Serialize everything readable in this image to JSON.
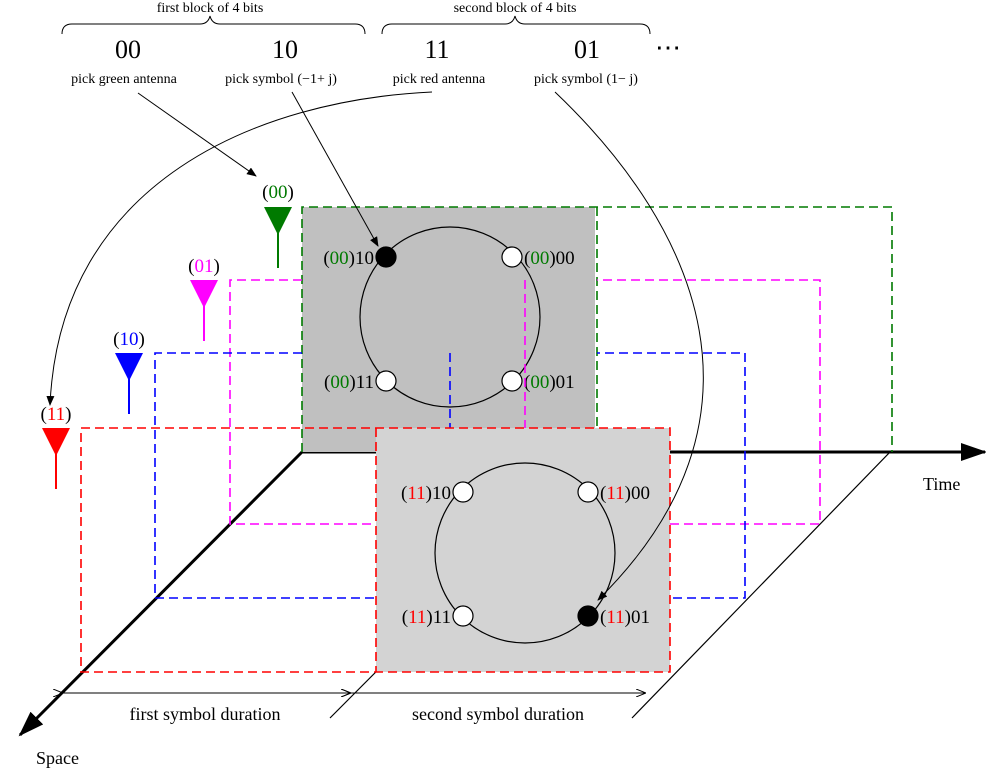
{
  "colors": {
    "green": "#007a00",
    "magenta": "#ff00ff",
    "blue": "#0000ff",
    "red": "#ff0000",
    "slot1_fill": "#c0c0c0",
    "slot2_fill": "#d3d3d3"
  },
  "header": {
    "block1_label": "first block of 4 bits",
    "block2_label": "second block of 4 bits",
    "bits": [
      "00",
      "10",
      "11",
      "01"
    ],
    "ellipsis": "⋯",
    "descs": [
      "pick green antenna",
      "pick symbol (−1+ j)",
      "pick red antenna",
      "pick symbol (1− j)"
    ]
  },
  "antennas": [
    {
      "code": "00",
      "color": "green"
    },
    {
      "code": "01",
      "color": "magenta"
    },
    {
      "code": "10",
      "color": "blue"
    },
    {
      "code": "11",
      "color": "red"
    }
  ],
  "constellation1": {
    "antenna_code": "00",
    "points": [
      {
        "bits": "10",
        "filled": true
      },
      {
        "bits": "00",
        "filled": false
      },
      {
        "bits": "11",
        "filled": false
      },
      {
        "bits": "01",
        "filled": false
      }
    ]
  },
  "constellation2": {
    "antenna_code": "11",
    "points": [
      {
        "bits": "10",
        "filled": false
      },
      {
        "bits": "00",
        "filled": false
      },
      {
        "bits": "11",
        "filled": false
      },
      {
        "bits": "01",
        "filled": true
      }
    ]
  },
  "axes": {
    "time": "Time",
    "space": "Space"
  },
  "durations": [
    "first symbol duration",
    "second symbol duration"
  ]
}
